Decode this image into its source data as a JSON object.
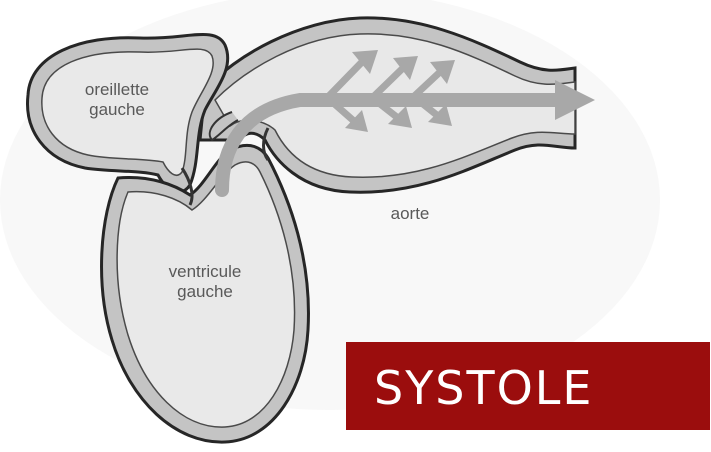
{
  "labels": {
    "oreillette": [
      "oreillette",
      "gauche"
    ],
    "ventricule": [
      "ventricule",
      "gauche"
    ],
    "aorte": "aorte"
  },
  "banner": {
    "text": "SYSTOLE",
    "background": "#9b0d0d",
    "color": "#ffffff"
  },
  "colors": {
    "wall_dark": "#2b2b2b",
    "wall_fill": "#c9c9c9",
    "chamber": "#e9e9e9",
    "arrow": "#a8a8a8",
    "label": "#595959"
  }
}
